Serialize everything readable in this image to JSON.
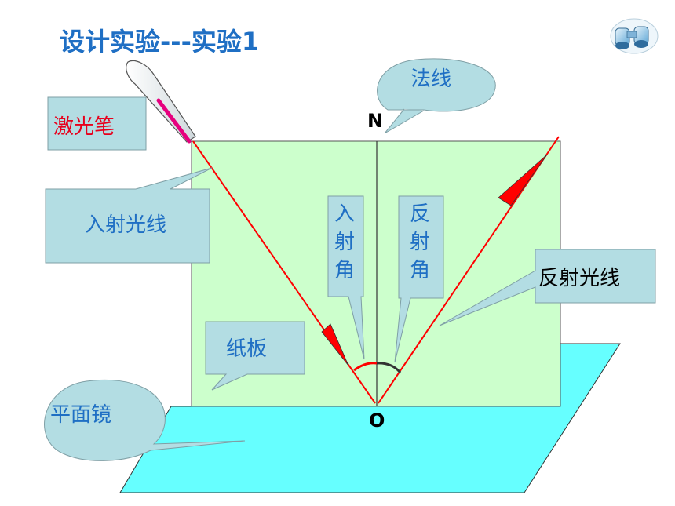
{
  "title": "设计实验---实验1",
  "labels": {
    "normal": "法线",
    "laser_pen": "激光笔",
    "incident_ray": "入射光线",
    "reflected_ray": "反射光线",
    "incidence_angle": "入\n射\n角",
    "reflection_angle": "反\n射\n角",
    "cardboard": "纸板",
    "mirror": "平面镜",
    "point_n": "N",
    "point_o": "O"
  },
  "icons": {
    "top_right": "binoculars-icon"
  },
  "colors": {
    "title": "#1f6fc4",
    "label_text": "#1f6fc4",
    "laser_label": "#e8001c",
    "ray": "#ff0000",
    "board": "#ccffcc",
    "mirror": "#66ffff",
    "callout": "#b3dde3"
  }
}
